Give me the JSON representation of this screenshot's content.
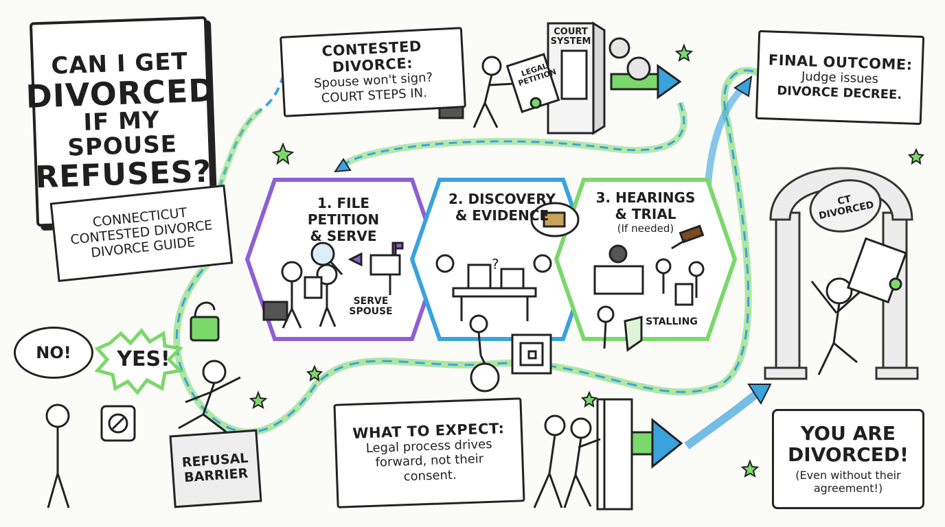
{
  "title": {
    "line1": "CAN I GET",
    "line2": "DIVORCED",
    "line3": "IF MY SPOUSE",
    "line4": "REFUSES?"
  },
  "subtitle": {
    "line1": "CONNECTICUT",
    "line2": "CONTESTED DIVORCE",
    "line3": "DIVORCE GUIDE"
  },
  "contested": {
    "heading": "CONTESTED DIVORCE:",
    "line1": "Spouse won't sign?",
    "line2": "COURT STEPS IN."
  },
  "court": {
    "label_line1": "COURT",
    "label_line2": "SYSTEM",
    "petition_line1": "LEGAL",
    "petition_line2": "PETITION"
  },
  "final": {
    "heading": "FINAL OUTCOME:",
    "line1": "Judge issues",
    "line2": "DIVORCE DECREE."
  },
  "stamp": {
    "line1": "CT",
    "line2": "DIVORCED"
  },
  "steps": [
    {
      "line1": "1. FILE PETITION",
      "line2": "& SERVE",
      "note_line1": "SERVE",
      "note_line2": "SPOUSE"
    },
    {
      "line1": "2. DISCOVERY",
      "line2": "& EVIDENCE"
    },
    {
      "line1": "3. HEARINGS",
      "line2": "& TRIAL",
      "note": "(If needed)",
      "stalling": "STALLING"
    }
  ],
  "no_bubble": "NO!",
  "yes_burst": "YES!",
  "barrier": {
    "line1": "REFUSAL",
    "line2": "BARRIER"
  },
  "expect": {
    "heading": "WHAT TO EXPECT:",
    "line1": "Legal process drives",
    "line2": "forward, not their",
    "line3": "consent."
  },
  "divorced": {
    "line1": "YOU ARE",
    "line2": "DIVORCED!",
    "line3": "(Even without their",
    "line4": "agreement!)"
  },
  "colors": {
    "purple": "#8e5fd6",
    "blue": "#3aa3dd",
    "green": "#7bd86b",
    "ink": "#1f1f1f"
  }
}
